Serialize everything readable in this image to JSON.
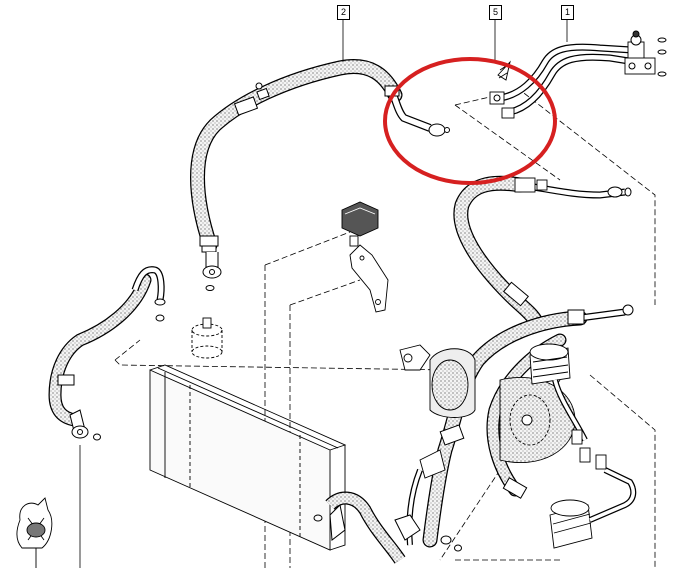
{
  "diagram": {
    "callouts": [
      {
        "id": "c2",
        "label": "2"
      },
      {
        "id": "c5",
        "label": "5"
      },
      {
        "id": "c1",
        "label": "1"
      }
    ],
    "highlight_color": "#d62020",
    "line_color": "#000000",
    "hose_fill": "#f2f2f2"
  }
}
